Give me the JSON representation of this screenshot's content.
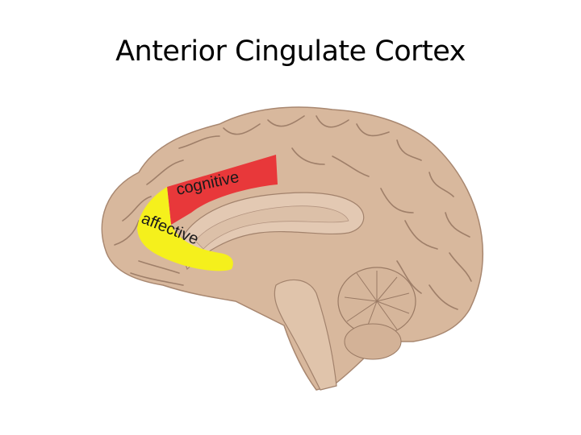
{
  "slide": {
    "title": "Anterior Cingulate Cortex"
  },
  "figure": {
    "description": "Medial sagittal view of human brain with anterior cingulate cortex regions highlighted",
    "regions": [
      {
        "label": "cognitive",
        "color": "#e8383a"
      },
      {
        "label": "affective",
        "color": "#f5f01c"
      }
    ],
    "colors": {
      "brain_tissue": "#d9b9a0",
      "sulci": "#8a6a55",
      "background": "#ffffff"
    }
  }
}
